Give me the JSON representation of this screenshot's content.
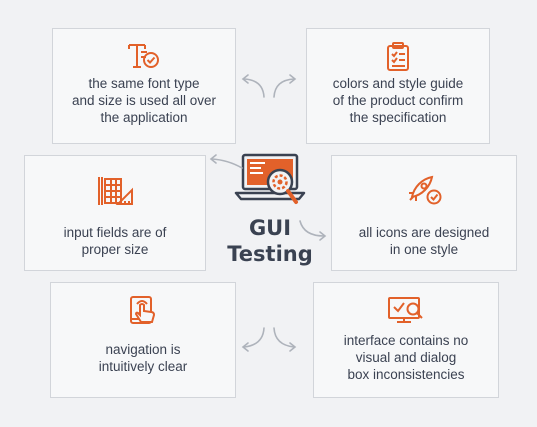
{
  "center": {
    "title_line1": "GUI",
    "title_line2": "Testing"
  },
  "cards": {
    "font": {
      "text_line1": "the same font type",
      "text_line2": "and size is used all over",
      "text_line3": "the application",
      "icon": "font-check-icon"
    },
    "style_guide": {
      "text_line1": "colors and style guide",
      "text_line2": "of the product confirm",
      "text_line3": "the specification",
      "icon": "clipboard-checklist-icon"
    },
    "input_fields": {
      "text_line1": "input fields are of",
      "text_line2": "proper size",
      "icon": "grid-ruler-icon"
    },
    "icons": {
      "text_line1": "all icons are designed",
      "text_line2": "in one style",
      "icon": "rocket-check-icon"
    },
    "navigation": {
      "text_line1": "navigation is",
      "text_line2": "intuitively clear",
      "icon": "tablet-tap-icon"
    },
    "interface": {
      "text_line1": "interface contains no",
      "text_line2": "visual and dialog",
      "text_line3": "box inconsistencies",
      "icon": "monitor-inspect-icon"
    }
  },
  "colors": {
    "accent": "#e2612a",
    "dark": "#3a4251",
    "arrow": "#aeb3bb",
    "card_border": "#d2d5da",
    "background": "#f1f2f4"
  }
}
